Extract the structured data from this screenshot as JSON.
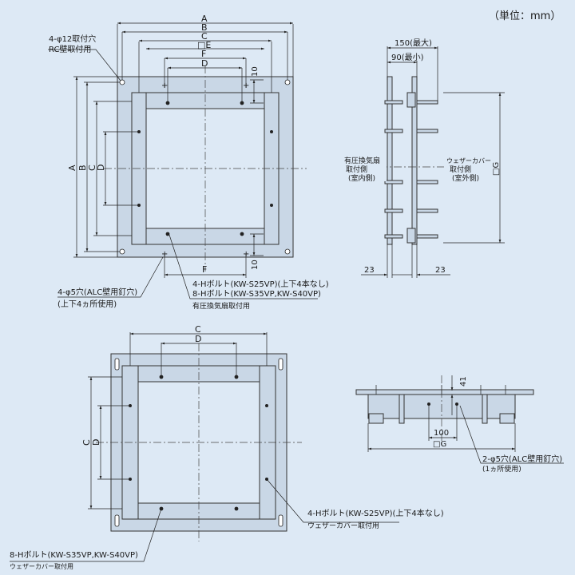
{
  "unit_note": "（単位：mm）",
  "dim_labels": {
    "A": "A",
    "B": "B",
    "C": "C",
    "E": "□E",
    "F": "F",
    "D": "D",
    "ten": "10",
    "G": "□G",
    "max150": "150(最大)",
    "min90": "90(最小)",
    "d23": "23",
    "d41": "41",
    "d100": "100"
  },
  "front_view": {
    "rc_hole_line1": "4-φ12取付穴",
    "rc_hole_line2": "RC壁取付用",
    "alc_hole_line1": "4-φ5穴(ALC壁用釘穴)",
    "alc_hole_line2": "(上下4ヵ所使用)",
    "bolt_line1": "4-Hボルト(KW-S25VP)(上下4本なし)",
    "bolt_line2": "8-Hボルト(KW-S35VP,KW-S40VP)",
    "bolt_line3": "有圧換気扇取付用"
  },
  "side_view": {
    "indoor_line1": "有圧換気扇",
    "indoor_line2": "取付側",
    "indoor_line3": "(室内側)",
    "outdoor_line1": "ウェザーカバー",
    "outdoor_line2": "取付側",
    "outdoor_line3": "(室外側)"
  },
  "rear_view": {
    "bolt_line1": "4-Hボルト(KW-S25VP)(上下4本なし)",
    "bolt_line2": "ウェザーカバー取付用",
    "bolt8_line1": "8-Hボルト(KW-S35VP,KW-S40VP)",
    "bolt8_line2": "ウェザーカバー取付用"
  },
  "bottom_view": {
    "hole_line1": "2-φ5穴(ALC壁用釘穴)",
    "hole_line2": "(1ヵ所使用)"
  }
}
